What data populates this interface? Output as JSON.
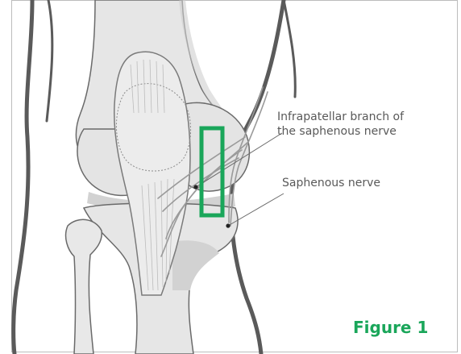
{
  "labels": {
    "infrapatellar_line1": "Infrapatellar branch of",
    "infrapatellar_line2": "the saphenous nerve",
    "saphenous": "Saphenous nerve"
  },
  "caption": "Figure 1",
  "colors": {
    "highlight": "#1aa65a",
    "caption": "#1aa65a",
    "label_text": "#595959",
    "outline": "#5a5a5a",
    "bone_fill": "#e6e6e6",
    "bone_shadow": "#d2d2d2",
    "nerve": "#9a9a9a",
    "frame": "#bcbcbc"
  },
  "icons": {
    "anatomy": "knee-anterior-view-illustration"
  }
}
